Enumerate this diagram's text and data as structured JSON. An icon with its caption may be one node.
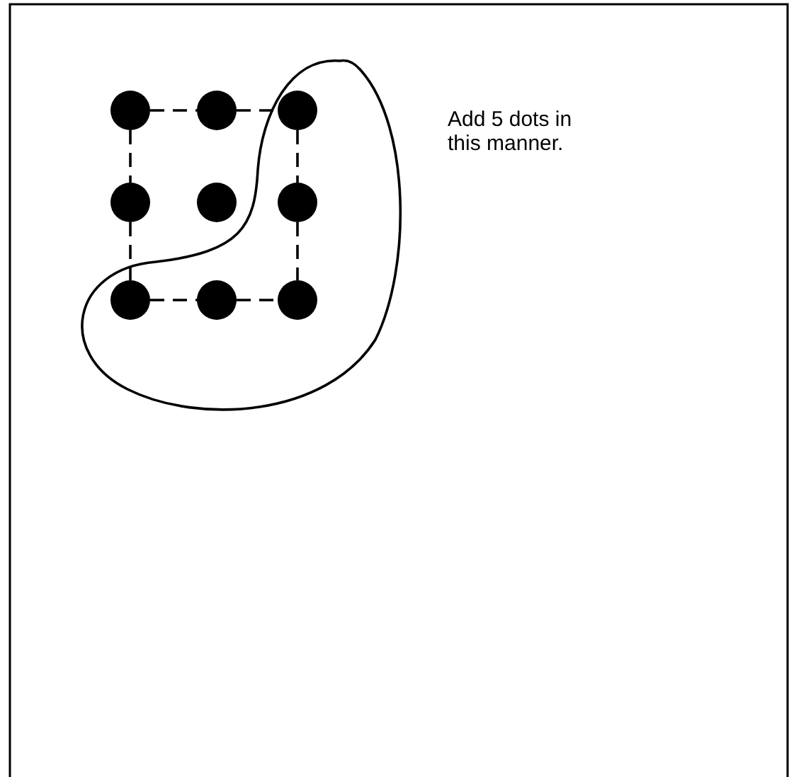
{
  "diagram": {
    "nodes": [
      {
        "text": [],
        "shape": "circle"
      },
      {
        "text": [],
        "shape": "circle"
      },
      {
        "text": [],
        "shape": "circle"
      },
      {
        "text": [],
        "shape": "circle"
      },
      {
        "text": [],
        "shape": "circle"
      },
      {
        "text": [],
        "shape": "circle"
      },
      {
        "text": [],
        "shape": "circle"
      },
      {
        "text": [],
        "shape": "circle"
      },
      {
        "text": [],
        "shape": "circle"
      }
    ],
    "edges": [
      {
        "from": 0,
        "to": 1,
        "arrow": "none",
        "style": "dashed"
      },
      {
        "from": 1,
        "to": 2,
        "arrow": "none",
        "style": "dashed"
      },
      {
        "from": 0,
        "to": 3,
        "arrow": "none",
        "style": "dashed"
      },
      {
        "from": 3,
        "to": 6,
        "arrow": "none",
        "style": "dashed"
      },
      {
        "from": 6,
        "to": 7,
        "arrow": "none",
        "style": "dashed"
      },
      {
        "from": 7,
        "to": 8,
        "arrow": "none",
        "style": "dashed"
      },
      {
        "from": 2,
        "to": 5,
        "arrow": "none",
        "style": "dashed"
      },
      {
        "from": 5,
        "to": 8,
        "arrow": "none",
        "style": "dashed"
      }
    ],
    "labels": [
      "Add 5 dots in this manner."
    ]
  }
}
